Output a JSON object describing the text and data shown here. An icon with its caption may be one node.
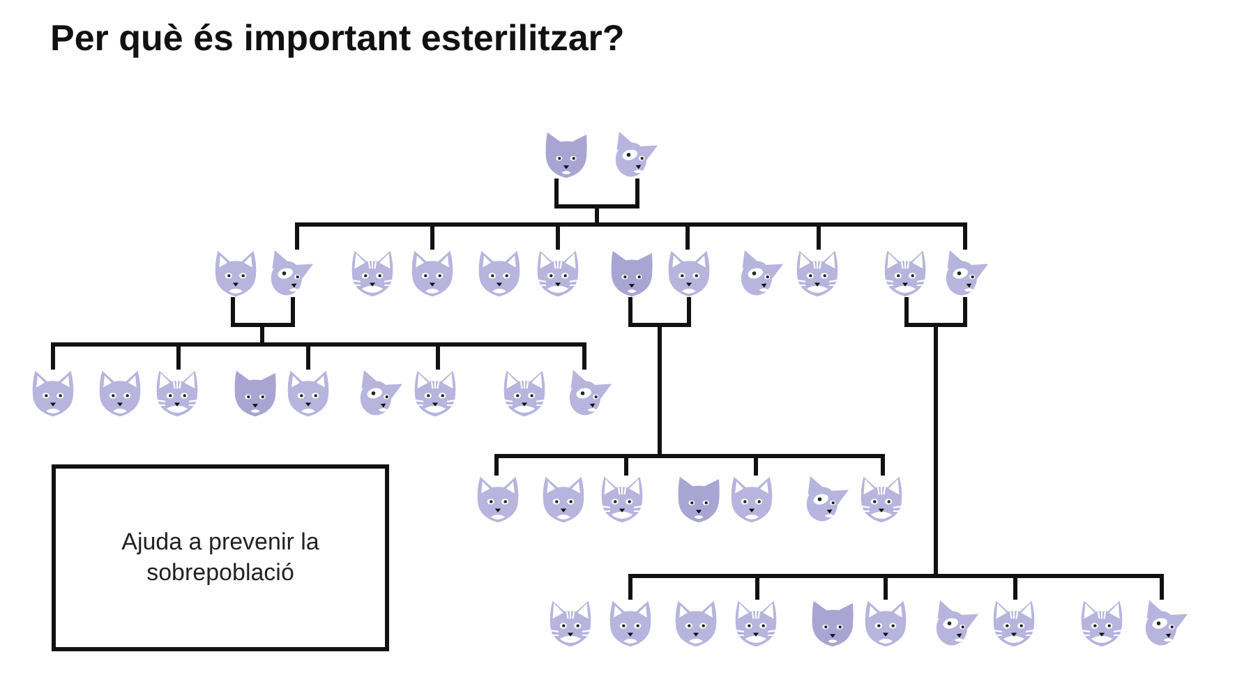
{
  "diagram": {
    "title": "Per què és important esterilitzar?",
    "nodes": [
      {
        "text": [],
        "shape": "picture"
      },
      {
        "text": [],
        "shape": "picture"
      },
      {
        "text": [],
        "shape": "picture"
      },
      {
        "text": [],
        "shape": "picture"
      },
      {
        "text": [],
        "shape": "picture"
      },
      {
        "text": [],
        "shape": "picture"
      },
      {
        "text": [],
        "shape": "picture"
      },
      {
        "text": [],
        "shape": "picture"
      },
      {
        "text": [],
        "shape": "picture"
      },
      {
        "text": [],
        "shape": "picture"
      },
      {
        "text": [],
        "shape": "picture"
      },
      {
        "text": [],
        "shape": "picture"
      },
      {
        "text": [],
        "shape": "picture"
      },
      {
        "text": [],
        "shape": "picture"
      },
      {
        "text": [],
        "shape": "picture"
      },
      {
        "text": [],
        "shape": "picture"
      },
      {
        "text": [],
        "shape": "picture"
      },
      {
        "text": [],
        "shape": "picture"
      },
      {
        "text": [],
        "shape": "picture"
      },
      {
        "text": [],
        "shape": "picture"
      },
      {
        "text": [],
        "shape": "picture"
      },
      {
        "text": [],
        "shape": "picture"
      },
      {
        "text": [],
        "shape": "picture"
      },
      {
        "text": [
          "Ajuda a prevenir la sobrepoblació"
        ]
      },
      {
        "text": [],
        "shape": "picture"
      },
      {
        "text": [],
        "shape": "picture"
      },
      {
        "text": [],
        "shape": "picture"
      },
      {
        "text": [],
        "shape": "picture"
      },
      {
        "text": [],
        "shape": "picture"
      },
      {
        "text": [],
        "shape": "picture"
      },
      {
        "text": [],
        "shape": "picture"
      },
      {
        "text": [],
        "shape": "picture"
      },
      {
        "text": [],
        "shape": "picture"
      },
      {
        "text": [],
        "shape": "picture"
      },
      {
        "text": [],
        "shape": "picture"
      },
      {
        "text": [],
        "shape": "picture"
      },
      {
        "text": [],
        "shape": "picture"
      },
      {
        "text": [],
        "shape": "picture"
      },
      {
        "text": [],
        "shape": "picture"
      },
      {
        "text": [],
        "shape": "picture"
      },
      {
        "text": [],
        "shape": "picture"
      }
    ],
    "edges": [
      {
        "from": 0,
        "to": 3,
        "arrow": "none"
      },
      {
        "from": 0,
        "to": 5,
        "arrow": "none"
      },
      {
        "from": 0,
        "to": 7,
        "arrow": "none"
      },
      {
        "from": 0,
        "to": 9,
        "arrow": "none"
      },
      {
        "from": 0,
        "to": 11,
        "arrow": "none"
      },
      {
        "from": 0,
        "to": 13,
        "arrow": "none"
      },
      {
        "from": 1,
        "to": 3,
        "arrow": "none"
      },
      {
        "from": 1,
        "to": 5,
        "arrow": "none"
      },
      {
        "from": 1,
        "to": 7,
        "arrow": "none"
      },
      {
        "from": 1,
        "to": 9,
        "arrow": "none"
      },
      {
        "from": 1,
        "to": 11,
        "arrow": "none"
      },
      {
        "from": 1,
        "to": 13,
        "arrow": "none"
      },
      {
        "from": 2,
        "to": 14,
        "arrow": "none"
      },
      {
        "from": 2,
        "to": 16,
        "arrow": "none"
      },
      {
        "from": 2,
        "to": 18,
        "arrow": "none"
      },
      {
        "from": 2,
        "to": 20,
        "arrow": "none"
      },
      {
        "from": 2,
        "to": 22,
        "arrow": "none"
      },
      {
        "from": 3,
        "to": 14,
        "arrow": "none"
      },
      {
        "from": 3,
        "to": 16,
        "arrow": "none"
      },
      {
        "from": 3,
        "to": 18,
        "arrow": "none"
      },
      {
        "from": 3,
        "to": 20,
        "arrow": "none"
      },
      {
        "from": 3,
        "to": 22,
        "arrow": "none"
      },
      {
        "from": 8,
        "to": 24,
        "arrow": "none"
      },
      {
        "from": 8,
        "to": 26,
        "arrow": "none"
      },
      {
        "from": 8,
        "to": 28,
        "arrow": "none"
      },
      {
        "from": 8,
        "to": 30,
        "arrow": "none"
      },
      {
        "from": 9,
        "to": 24,
        "arrow": "none"
      },
      {
        "from": 9,
        "to": 26,
        "arrow": "none"
      },
      {
        "from": 9,
        "to": 28,
        "arrow": "none"
      },
      {
        "from": 9,
        "to": 30,
        "arrow": "none"
      },
      {
        "from": 12,
        "to": 32,
        "arrow": "none"
      },
      {
        "from": 12,
        "to": 34,
        "arrow": "none"
      },
      {
        "from": 12,
        "to": 36,
        "arrow": "none"
      },
      {
        "from": 12,
        "to": 38,
        "arrow": "none"
      },
      {
        "from": 12,
        "to": 40,
        "arrow": "none"
      },
      {
        "from": 13,
        "to": 32,
        "arrow": "none"
      },
      {
        "from": 13,
        "to": 34,
        "arrow": "none"
      },
      {
        "from": 13,
        "to": 36,
        "arrow": "none"
      },
      {
        "from": 13,
        "to": 38,
        "arrow": "none"
      },
      {
        "from": 13,
        "to": 40,
        "arrow": "none"
      }
    ]
  }
}
